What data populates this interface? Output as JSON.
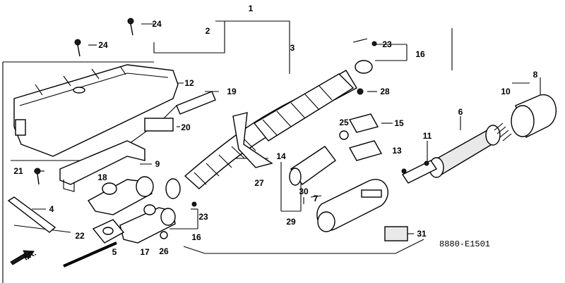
{
  "diagram": {
    "drawing_code": "8880-E1501",
    "front_marker": "FR.",
    "callouts": [
      {
        "num": "1"
      },
      {
        "num": "2"
      },
      {
        "num": "3"
      },
      {
        "num": "4"
      },
      {
        "num": "5"
      },
      {
        "num": "6"
      },
      {
        "num": "7"
      },
      {
        "num": "8"
      },
      {
        "num": "9"
      },
      {
        "num": "10"
      },
      {
        "num": "11"
      },
      {
        "num": "12"
      },
      {
        "num": "13"
      },
      {
        "num": "14"
      },
      {
        "num": "15"
      },
      {
        "num": "16"
      },
      {
        "num": "16"
      },
      {
        "num": "17"
      },
      {
        "num": "18"
      },
      {
        "num": "19"
      },
      {
        "num": "20"
      },
      {
        "num": "21"
      },
      {
        "num": "22"
      },
      {
        "num": "23"
      },
      {
        "num": "23"
      },
      {
        "num": "24"
      },
      {
        "num": "24"
      },
      {
        "num": "25"
      },
      {
        "num": "26"
      },
      {
        "num": "27"
      },
      {
        "num": "28"
      },
      {
        "num": "29"
      },
      {
        "num": "30"
      },
      {
        "num": "31"
      }
    ]
  }
}
